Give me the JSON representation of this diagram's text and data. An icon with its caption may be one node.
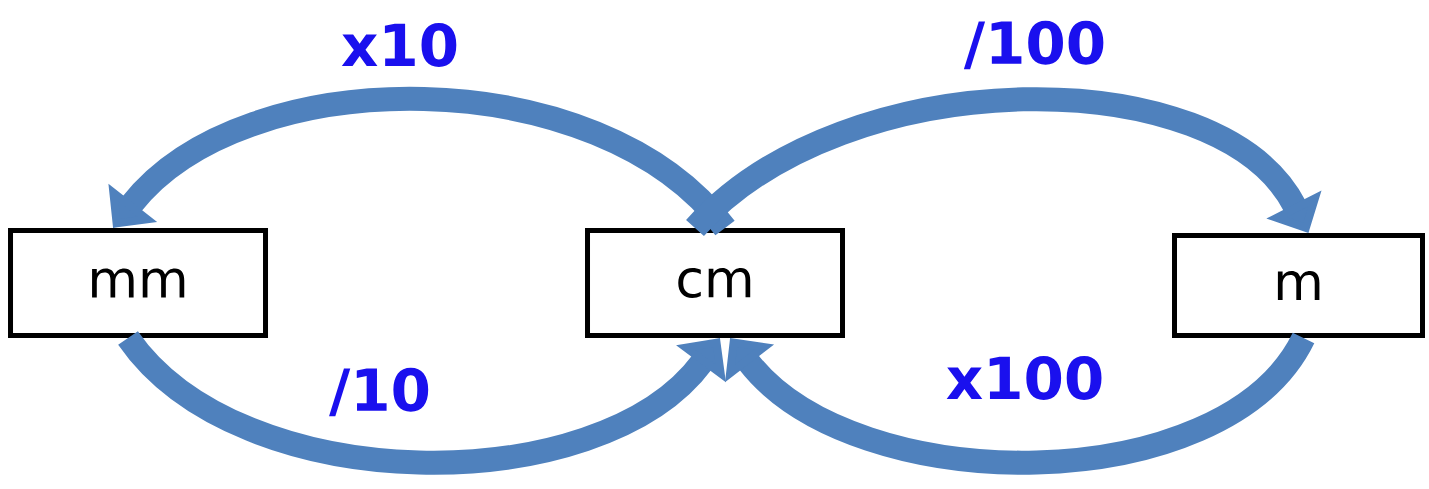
{
  "diagram": {
    "nodes": [
      {
        "text": [
          "mm"
        ]
      },
      {
        "text": [
          "cm"
        ]
      },
      {
        "text": [
          "m"
        ]
      }
    ],
    "edges": [
      {
        "from": 1,
        "to": 0,
        "arrow": "to",
        "label": "x10"
      },
      {
        "from": 0,
        "to": 1,
        "arrow": "to",
        "label": "/10"
      },
      {
        "from": 1,
        "to": 2,
        "arrow": "to",
        "label": "/100"
      },
      {
        "from": 2,
        "to": 1,
        "arrow": "to",
        "label": "x100"
      }
    ]
  }
}
